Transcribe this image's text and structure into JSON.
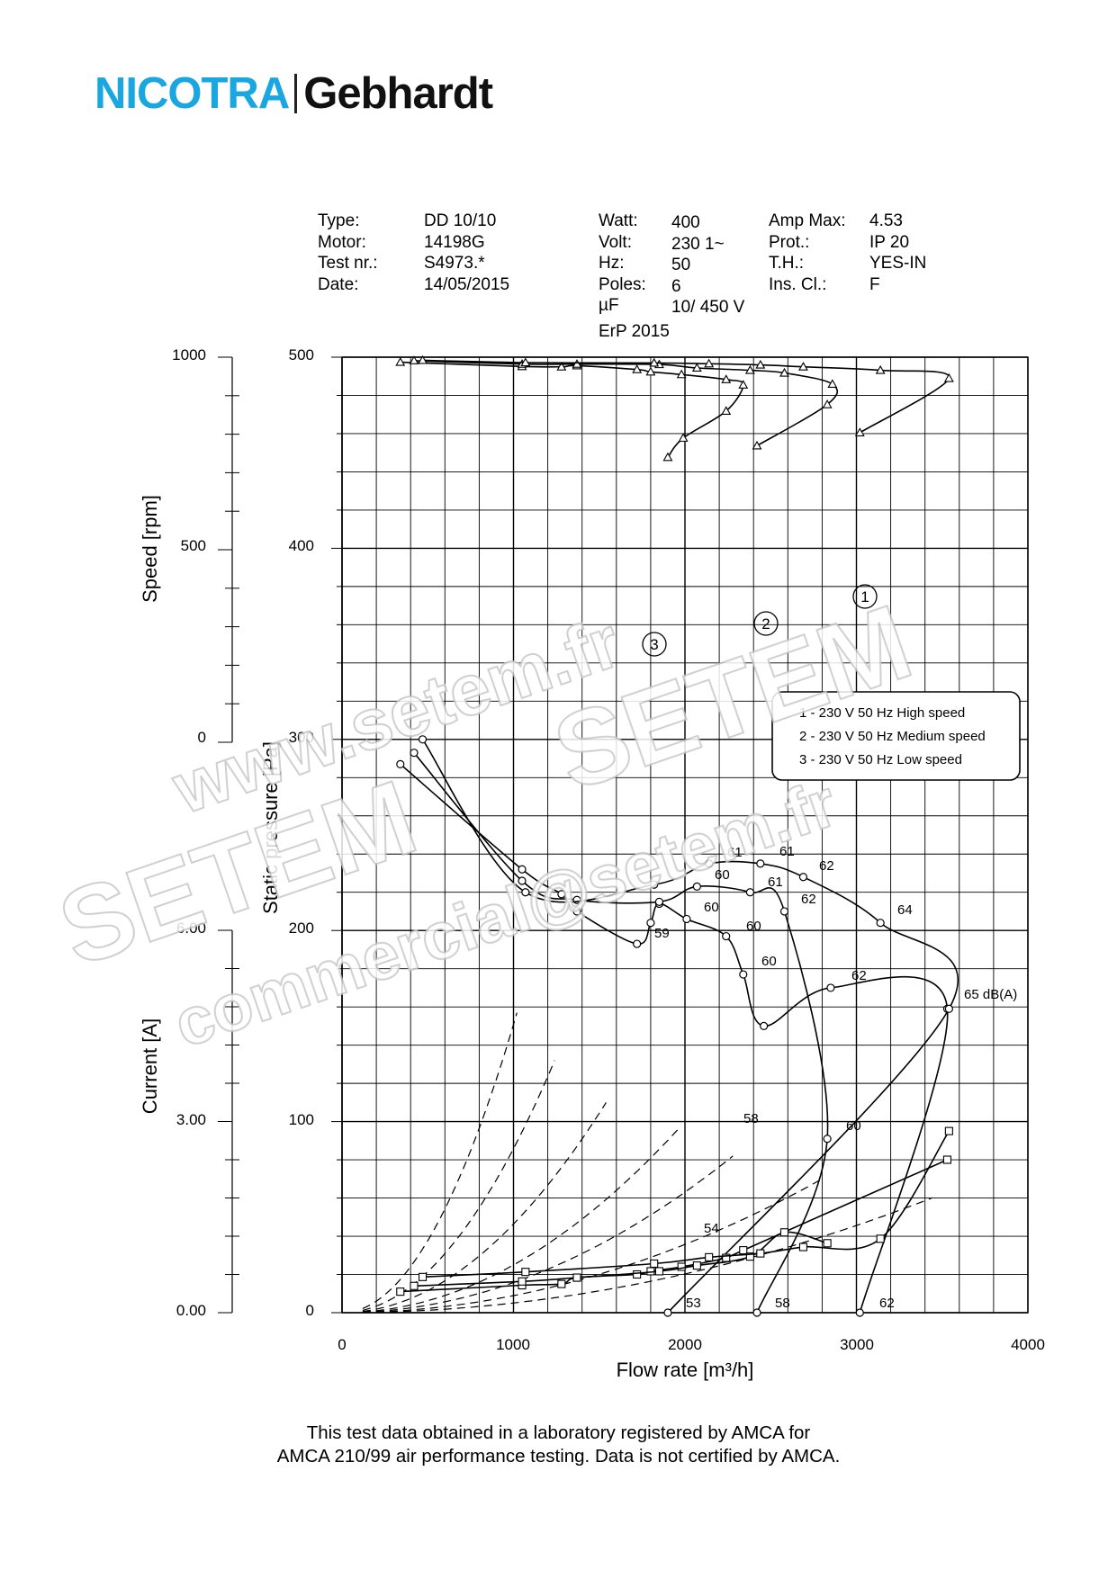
{
  "brand": {
    "part1": "NICOTRA",
    "part2": "Gebhardt",
    "color_part1": "#1aa6e0",
    "color_part2": "#111111"
  },
  "specs": {
    "col1_labels": [
      "Type:",
      "Motor:",
      "Test nr.:",
      "Date:"
    ],
    "col1_values": [
      "DD 10/10",
      "14198G",
      "S4973.*",
      "14/05/2015"
    ],
    "col2_labels": [
      "Watt:",
      "Volt:",
      "Hz:",
      "Poles:",
      "µF"
    ],
    "col2_values": [
      "400",
      "230 1~",
      "50",
      "6",
      "10/ 450 V"
    ],
    "col3_labels": [
      "Amp Max:",
      "Prot.:",
      "T.H.:",
      "Ins. Cl.:"
    ],
    "col3_values": [
      "4.53",
      "IP 20",
      "YES-IN",
      "F"
    ],
    "erp": "ErP 2015"
  },
  "watermark": {
    "line1": "www.setem.fr",
    "line2": "SETEM",
    "line3": "SETEM",
    "line4": "commercial@setem.fr"
  },
  "footer": {
    "line1": "This test data obtained in a laboratory registered by AMCA for",
    "line2": "AMCA 210/99 air performance testing. Data is not certified by AMCA."
  },
  "chart_data": {
    "type": "line",
    "xlabel": "Flow rate [m³/h]",
    "xlim": [
      0,
      4000
    ],
    "x_ticks": [
      0,
      1000,
      2000,
      3000,
      4000
    ],
    "axes": {
      "pressure": {
        "label": "Static pressure [Pa]",
        "lim": [
          0,
          500
        ],
        "ticks": [
          0,
          100,
          200,
          300,
          400,
          500
        ]
      },
      "speed": {
        "label": "Speed [rpm]",
        "lim": [
          0,
          1000
        ],
        "ticks": [
          0,
          500,
          1000
        ]
      },
      "current": {
        "label": "Current [A]",
        "lim": [
          0.0,
          6.0
        ],
        "ticks": [
          "0.00",
          "3.00",
          "6.00"
        ]
      }
    },
    "legend": {
      "items": [
        "1 - 230 V 50 Hz High speed",
        "2 - 230 V 50 Hz Medium speed",
        "3 - 230 V 50 Hz Low speed"
      ],
      "markers": [
        "1",
        "2",
        "3"
      ],
      "placement": "right"
    },
    "grid": true,
    "series": [
      {
        "name": "1",
        "quantity": "pressure",
        "x": [
          340,
          1050,
          1280,
          1370,
          1720,
          1800,
          1850,
          2010,
          2240,
          2340,
          2460,
          2850,
          3530,
          3020
        ],
        "y": [
          287,
          232,
          219,
          210,
          193,
          204,
          214,
          206,
          197,
          177,
          150,
          170,
          159,
          0
        ]
      },
      {
        "name": "2",
        "quantity": "pressure",
        "x": [
          420,
          1050,
          1370,
          1850,
          2070,
          2380,
          2580,
          2830,
          2420
        ],
        "y": [
          293,
          226,
          216,
          215,
          223,
          220,
          210,
          91,
          0
        ]
      },
      {
        "name": "3",
        "quantity": "pressure",
        "x": [
          470,
          1070,
          1820,
          2140,
          2440,
          2690,
          3140,
          3540,
          1900
        ],
        "y": [
          300,
          220,
          224,
          235,
          235,
          228,
          204,
          159,
          0
        ]
      },
      {
        "name": "1",
        "quantity": "speed",
        "x": [
          340,
          1050,
          1280,
          1370,
          1720,
          1800,
          1980,
          2240,
          2340,
          2240,
          1990,
          1900
        ],
        "y": [
          987,
          976,
          975,
          978,
          968,
          962,
          955,
          942,
          928,
          860,
          790,
          740
        ]
      },
      {
        "name": "2",
        "quantity": "speed",
        "x": [
          420,
          1050,
          1370,
          1850,
          2070,
          2380,
          2580,
          2860,
          2830,
          2420
        ],
        "y": [
          991,
          982,
          982,
          981,
          972,
          966,
          959,
          930,
          877,
          770
        ]
      },
      {
        "name": "3",
        "quantity": "speed",
        "x": [
          470,
          1070,
          1820,
          2140,
          2440,
          2690,
          3140,
          3540,
          3020
        ],
        "y": [
          992,
          986,
          985,
          983,
          980,
          975,
          966,
          945,
          804
        ]
      },
      {
        "name": "1",
        "quantity": "current",
        "x": [
          340,
          1050,
          1280,
          1370,
          1720,
          1800,
          1980,
          2240,
          2340,
          3530
        ],
        "y": [
          0.33,
          0.43,
          0.45,
          0.55,
          0.6,
          0.65,
          0.72,
          0.86,
          0.98,
          2.4
        ]
      },
      {
        "name": "2",
        "quantity": "current",
        "x": [
          420,
          1050,
          1370,
          1850,
          2070,
          2380,
          2580,
          2830
        ],
        "y": [
          0.42,
          0.49,
          0.55,
          0.65,
          0.74,
          0.88,
          1.26,
          1.09
        ]
      },
      {
        "name": "3",
        "quantity": "current",
        "x": [
          470,
          1070,
          1820,
          2140,
          2440,
          2690,
          3140,
          3540
        ],
        "y": [
          0.56,
          0.64,
          0.77,
          0.87,
          0.93,
          1.03,
          1.16,
          2.85
        ]
      }
    ],
    "sound_labels": [
      "53",
      "58",
      "62",
      "54",
      "58",
      "60",
      "59",
      "60",
      "60",
      "60",
      "61",
      "61",
      "60",
      "61",
      "62",
      "62",
      "62",
      "64",
      "65 dB(A)"
    ]
  }
}
